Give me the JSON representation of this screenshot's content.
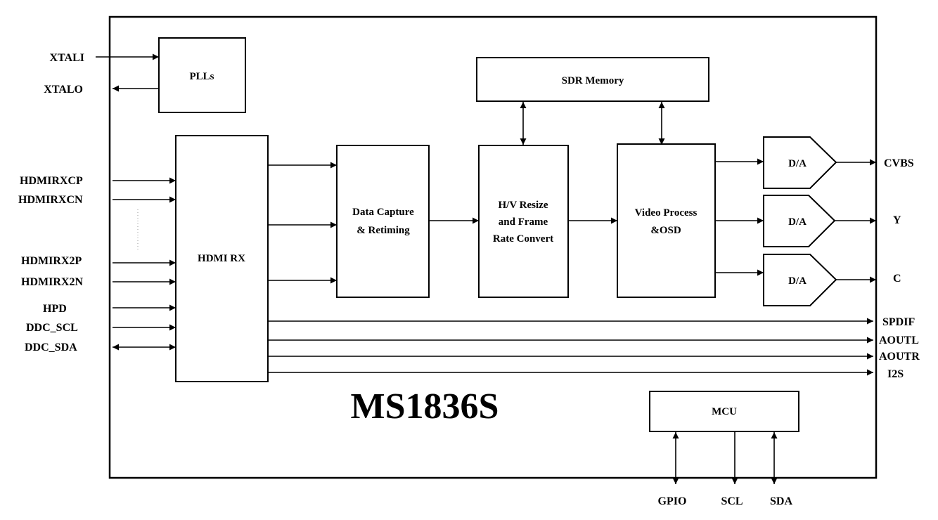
{
  "chip": {
    "name": "MS1836S"
  },
  "inputs": {
    "xtali": "XTALI",
    "xtalo": "XTALO",
    "hdmirxcp": "HDMIRXCP",
    "hdmirxcn": "HDMIRXCN",
    "hdmirx2p": "HDMIRX2P",
    "hdmirx2n": "HDMIRX2N",
    "hpd": "HPD",
    "ddc_scl": "DDC_SCL",
    "ddc_sda": "DDC_SDA"
  },
  "blocks": {
    "plls": "PLLs",
    "hdmi_rx": "HDMI RX",
    "data_capture": [
      "Data Capture",
      "& Retiming"
    ],
    "resize": [
      "H/V Resize",
      "and Frame",
      "Rate Convert"
    ],
    "video_process": [
      "Video Process",
      "&OSD"
    ],
    "sdr_memory": "SDR Memory",
    "dac": "D/A",
    "mcu": "MCU"
  },
  "outputs": {
    "cvbs": "CVBS",
    "y": "Y",
    "c": "C",
    "spdif": "SPDIF",
    "aoutl": "AOUTL",
    "aoutr": "AOUTR",
    "i2s": "I2S"
  },
  "mcu_pins": {
    "gpio": "GPIO",
    "scl": "SCL",
    "sda": "SDA"
  }
}
